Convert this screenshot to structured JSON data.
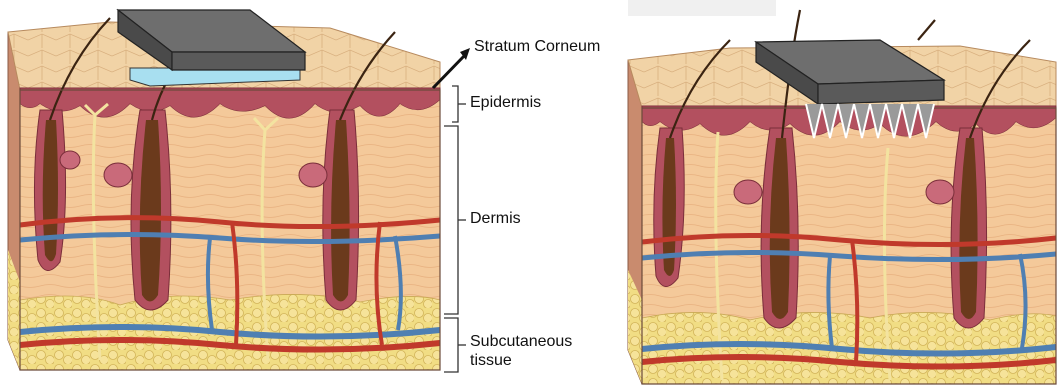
{
  "labels": {
    "stratum_corneum": "Stratum Corneum",
    "epidermis": "Epidermis",
    "dermis": "Dermis",
    "subcutaneous_line1": "Subcutaneous",
    "subcutaneous_line2": "tissue"
  },
  "colors": {
    "skin_surface": "#f1d3a6",
    "epidermis": "#b3505f",
    "dermis": "#f4c99a",
    "fat": "#f3dc7a",
    "artery": "#c0392b",
    "vein": "#4f7fb2",
    "nerve": "#f3e3a0",
    "follicle": "#6b3a1c",
    "patch": "#5a5a5a",
    "patch_reservoir": "#a8dff0",
    "microneedle_patch": "#555555"
  }
}
